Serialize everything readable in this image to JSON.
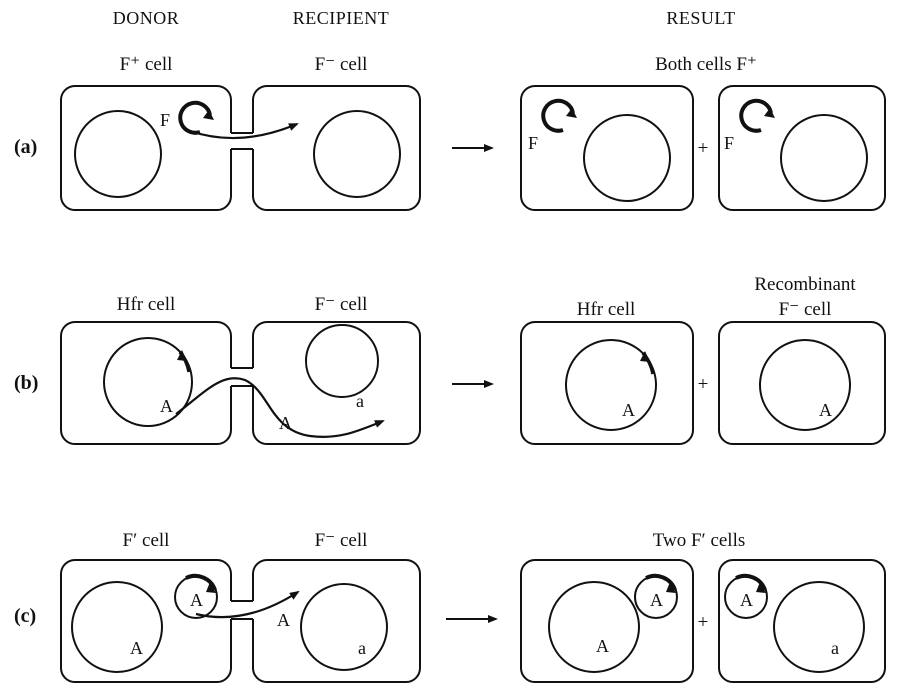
{
  "headers": {
    "donor": "DONOR",
    "recipient": "RECIPIENT",
    "result": "RESULT"
  },
  "rows": {
    "a": {
      "label": "(a)",
      "donor_title": "F⁺ cell",
      "recipient_title": "F⁻ cell",
      "result_title": "Both cells F⁺",
      "plasmid_label": "F",
      "result_left_plasmid": "F",
      "result_right_plasmid": "F",
      "plus": "+"
    },
    "b": {
      "label": "(b)",
      "donor_title": "Hfr cell",
      "recipient_title": "F⁻ cell",
      "result_left_title": "Hfr cell",
      "result_right_title_1": "Recombinant",
      "result_right_title_2": "F⁻ cell",
      "donor_gene": "A",
      "transferred_gene": "A",
      "recipient_gene": "a",
      "result_left_gene": "A",
      "result_right_gene": "A",
      "plus": "+"
    },
    "c": {
      "label": "(c)",
      "donor_title": "F′ cell",
      "recipient_title": "F⁻ cell",
      "result_title": "Two F′ cells",
      "plasmid_gene": "A",
      "chrom_gene": "A",
      "transferred_gene": "A",
      "recipient_gene": "a",
      "result_left_plasmid_gene": "A",
      "result_left_chrom_gene": "A",
      "result_right_plasmid_gene": "A",
      "result_right_chrom_gene": "a",
      "plus": "+"
    }
  }
}
